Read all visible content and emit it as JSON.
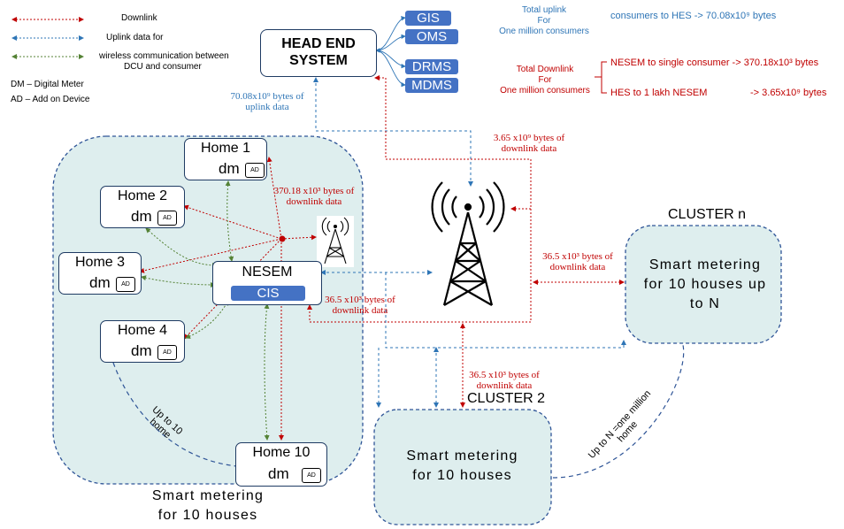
{
  "legend": {
    "downlink": "Downlink",
    "uplink": "Uplink data for",
    "wireless": "wireless communication between",
    "wireless2": "DCU and consumer",
    "dm": "DM – Digital Meter",
    "ad": "AD – Add on Device"
  },
  "hes": {
    "line1": "HEAD END",
    "line2": "SYSTEM"
  },
  "apps": [
    "GIS",
    "OMS",
    "DRMS",
    "MDMS"
  ],
  "uplink_total": {
    "label1": "Total uplink",
    "label2": "For",
    "label3": "One million consumers",
    "value": "consumers to HES  ->  70.08x10⁹ bytes"
  },
  "downlink_total": {
    "label1": "Total Downlink",
    "label2": "For",
    "label3": "One million consumers",
    "item1": "NESEM to single consumer -> 370.18x10³ bytes",
    "item2a": "HES to 1 lakh NESEM",
    "item2b": "->  3.65x10⁹ bytes"
  },
  "annotations": {
    "uplink_data": "70.08x10⁹ bytes of uplink data",
    "hes_downlink": "3.65 x10⁹ bytes of downlink data",
    "nesem_downlink": "370.18 x10³ bytes of downlink data",
    "tower_to_nesem": "36.5 x10³ bytes of downlink data",
    "tower_to_cluster_n": "36.5 x10³  bytes of downlink data",
    "tower_to_cluster_2": "36.5 x10³ bytes of downlink data"
  },
  "homes": [
    {
      "title": "Home 1",
      "dm": "dm",
      "ad": "AD"
    },
    {
      "title": "Home 2",
      "dm": "dm",
      "ad": "AD"
    },
    {
      "title": "Home 3",
      "dm": "dm",
      "ad": "AD"
    },
    {
      "title": "Home 4",
      "dm": "dm",
      "ad": "AD"
    },
    {
      "title": "Home 10",
      "dm": "dm",
      "ad": "AD"
    }
  ],
  "nesem": {
    "title": "NESEM",
    "cis": "CIS"
  },
  "upto_home": "Up to 10 home",
  "cluster_main": {
    "caption1": "Smart metering",
    "caption2": "for 10 houses"
  },
  "cluster_n": {
    "label": "CLUSTER n",
    "body1": "Smart metering",
    "body2": "for 10 houses up",
    "body3": "to N"
  },
  "cluster_2": {
    "label": "CLUSTER 2",
    "body1": "Smart metering",
    "body2": "for 10 houses"
  },
  "upto_million": "Up to N =one million home",
  "colors": {
    "downlink": "#c00000",
    "uplink": "#2e75b6",
    "wireless": "#548235",
    "app_pill": "#4472c4",
    "cluster_fill": "#deeeee",
    "cluster_border": "#2f5597"
  }
}
